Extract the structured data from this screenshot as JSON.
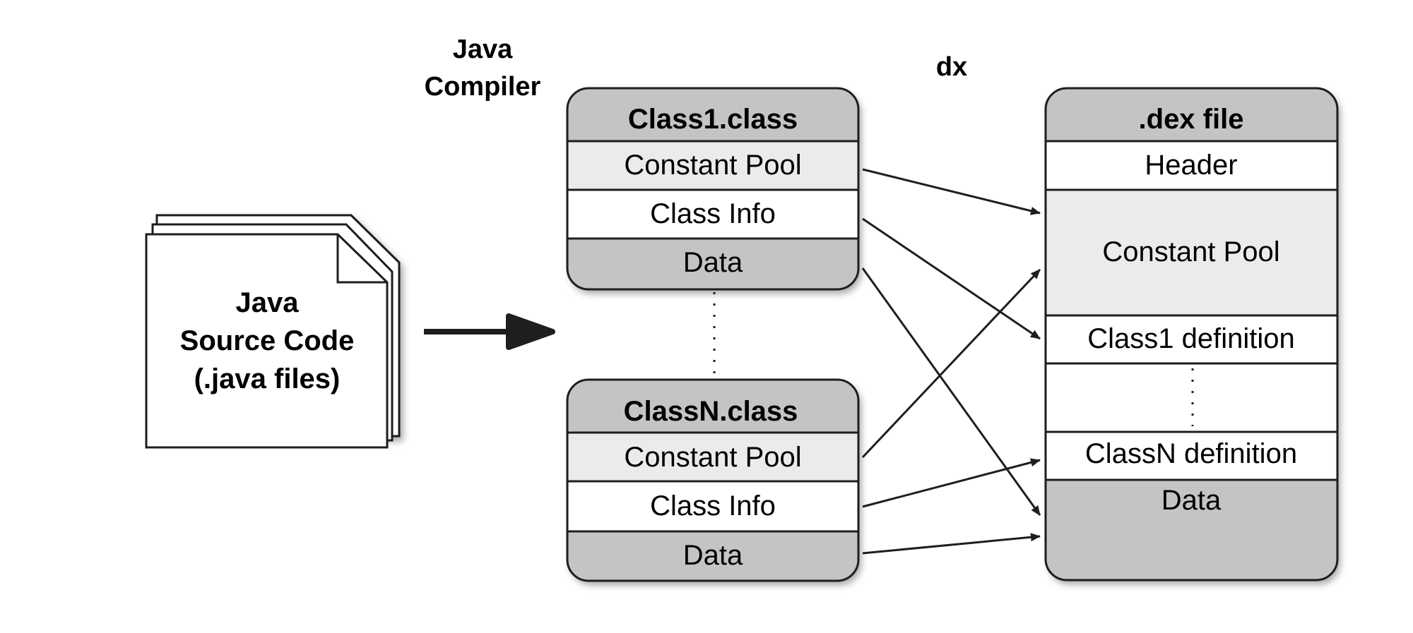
{
  "labels": {
    "compiler_line1": "Java",
    "compiler_line2": "Compiler",
    "dx": "dx"
  },
  "source_doc": {
    "line1": "Java",
    "line2": "Source Code",
    "line3": "(.java files)"
  },
  "class1": {
    "title": "Class1.class",
    "constant_pool": "Constant Pool",
    "class_info": "Class Info",
    "data": "Data"
  },
  "classN": {
    "title": "ClassN.class",
    "constant_pool": "Constant Pool",
    "class_info": "Class Info",
    "data": "Data"
  },
  "dex": {
    "title": ".dex file",
    "header": "Header",
    "constant_pool": "Constant Pool",
    "class1_def": "Class1 definition",
    "classN_def": "ClassN definition",
    "data": "Data"
  },
  "colors": {
    "dark_gray": "#c4c4c4",
    "light_gray": "#ebebeb",
    "white": "#ffffff",
    "stroke": "#1e1e1e"
  }
}
